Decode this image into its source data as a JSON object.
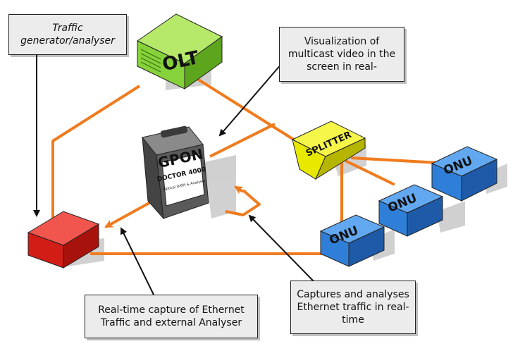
{
  "callouts": {
    "traffic_generator": "Traffic generator/analyser",
    "visualization": "Visualization of multicast video in the screen in real-",
    "realtime_capture": "Real-time capture of Ethernet Traffic and external Analyser",
    "captures_analyses": "Captures and analyses Ethernet traffic in real-time"
  },
  "devices": {
    "olt": "OLT",
    "splitter": "SPLITTER",
    "onu": "ONU",
    "gpon_title": "GPON",
    "gpon_model": "DOCTOR 4000",
    "gpon_sub": "Optical DATA & Analyser"
  },
  "colors": {
    "fiber": "#f07b1e",
    "olt": "#86d23a",
    "splitter": "#e8e800",
    "onu": "#2f7fd8",
    "traffic_box": "#e0231c",
    "gpon": "#5a5a5a"
  }
}
